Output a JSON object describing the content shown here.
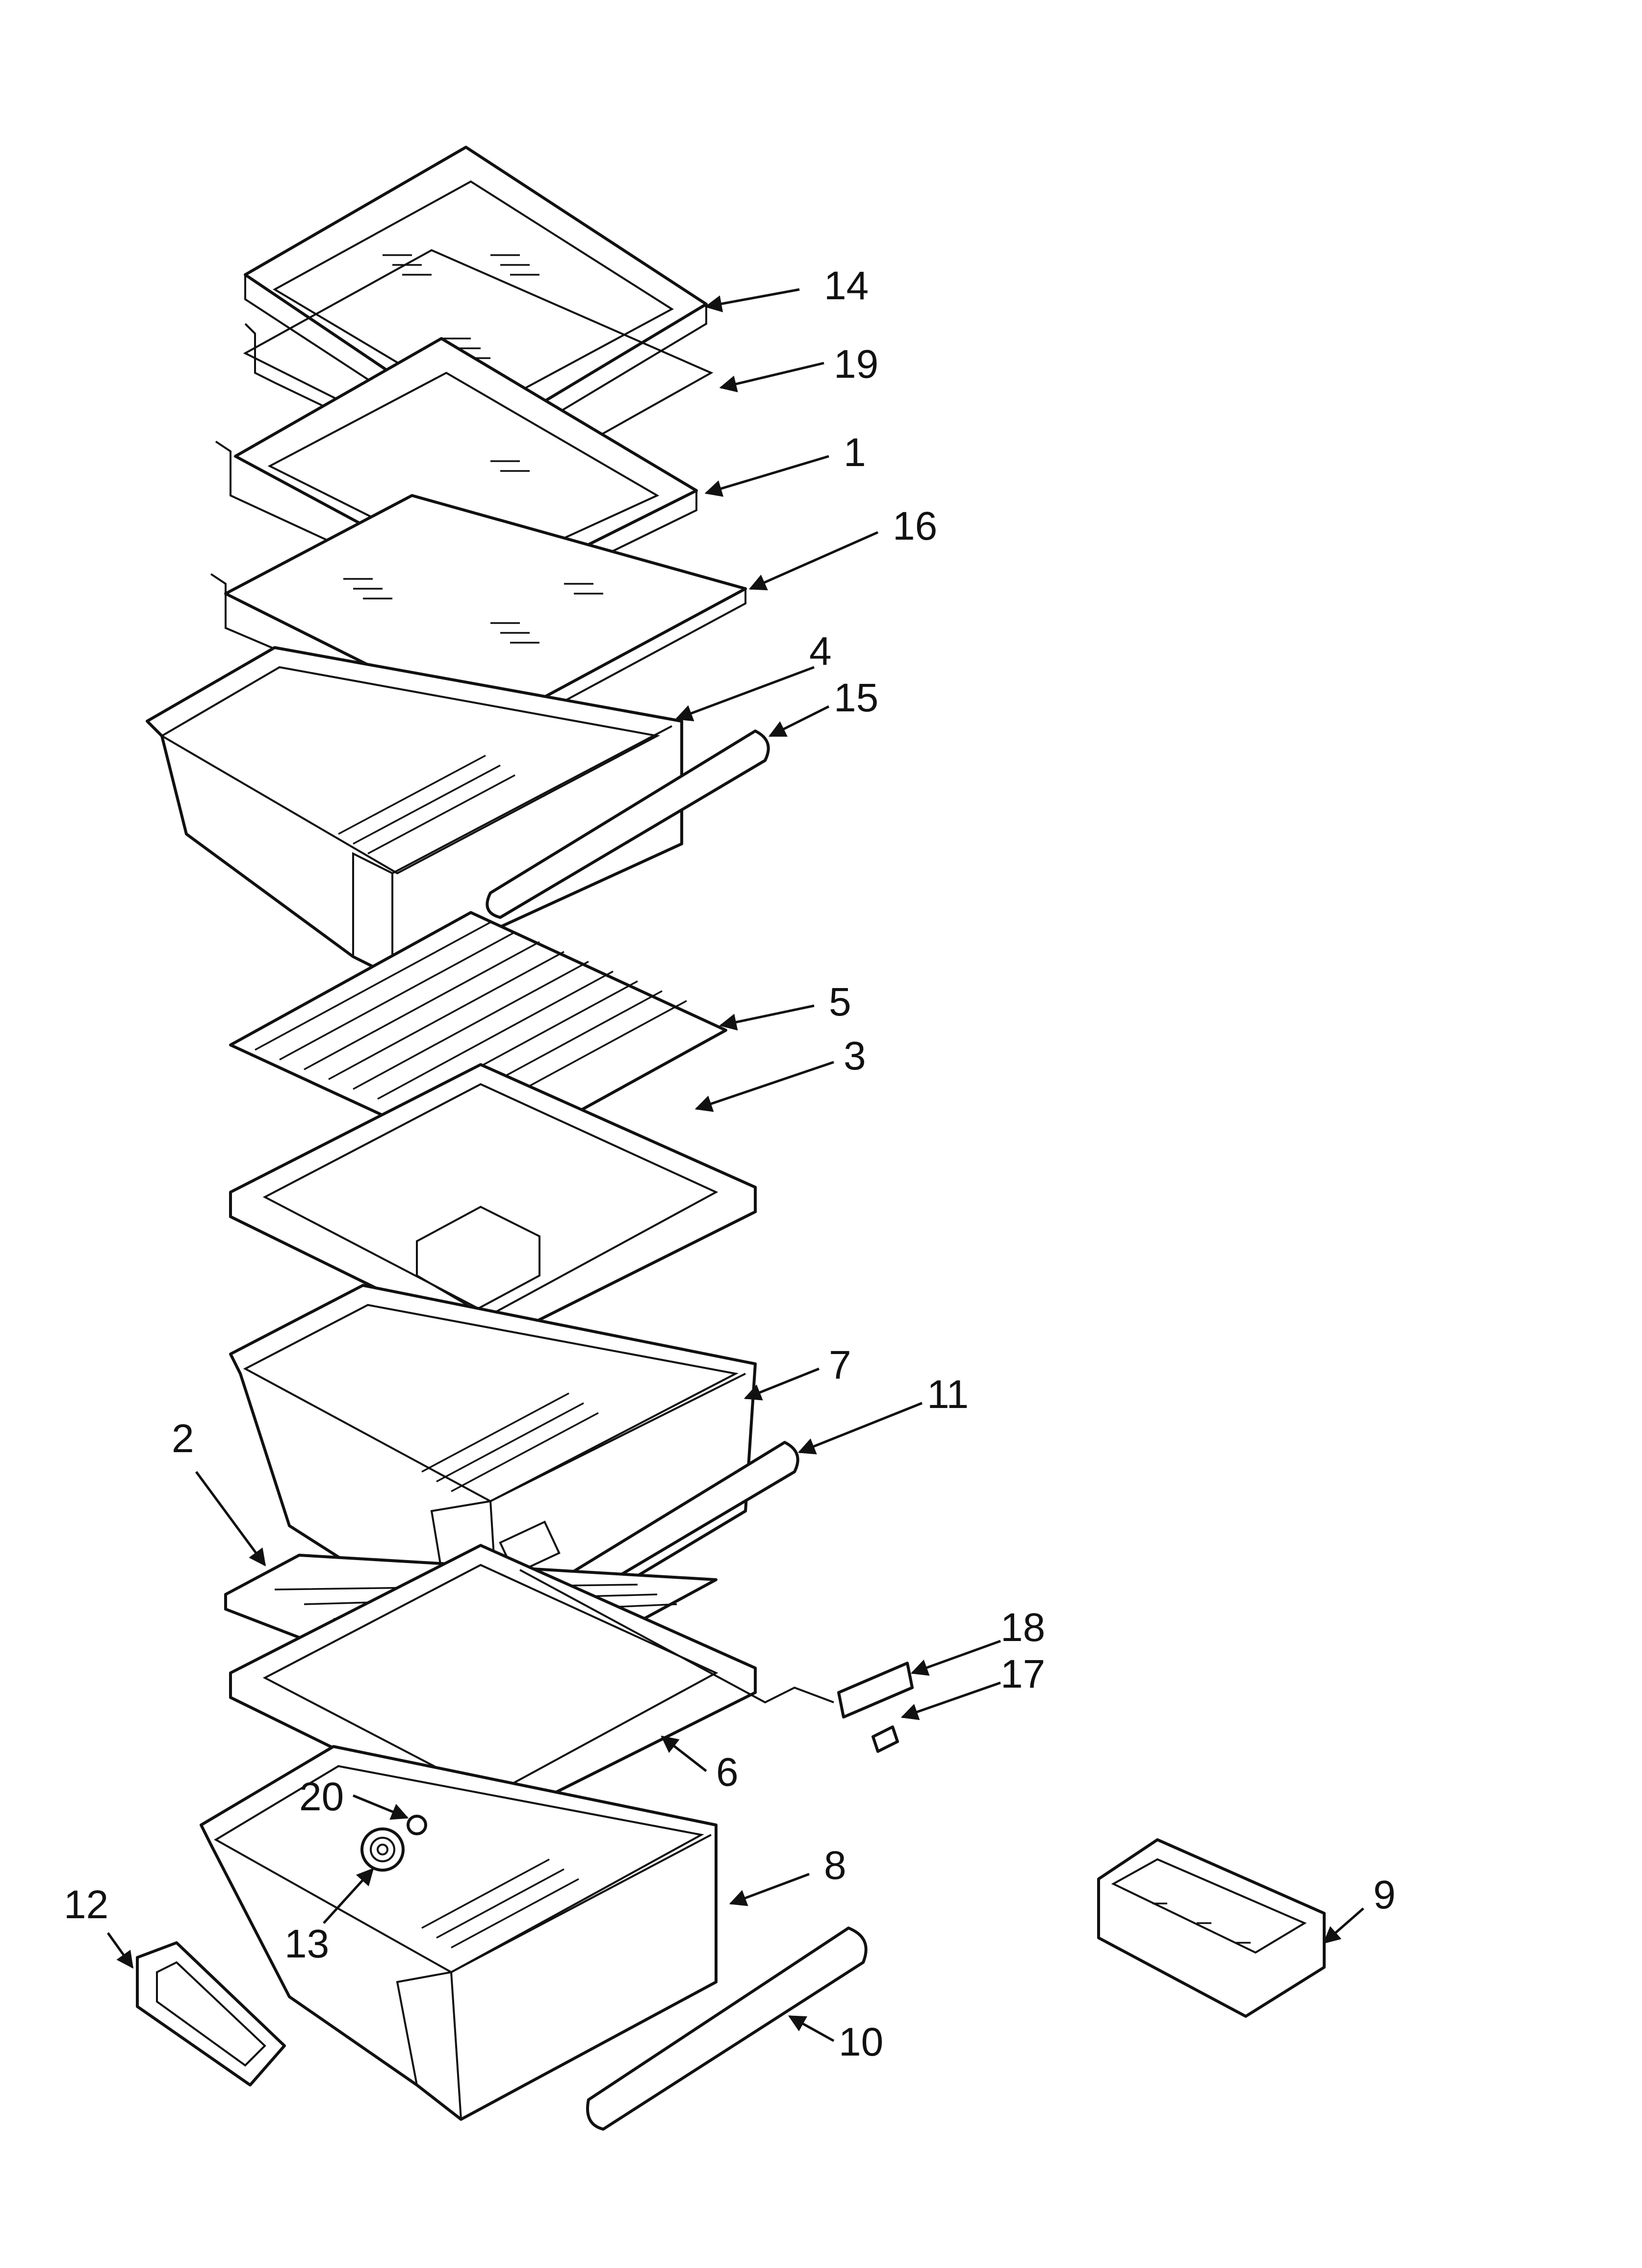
{
  "diagram": {
    "callouts": [
      {
        "id": "14",
        "label": "14"
      },
      {
        "id": "19",
        "label": "19"
      },
      {
        "id": "1",
        "label": "1"
      },
      {
        "id": "16",
        "label": "16"
      },
      {
        "id": "4",
        "label": "4"
      },
      {
        "id": "15",
        "label": "15"
      },
      {
        "id": "5",
        "label": "5"
      },
      {
        "id": "3",
        "label": "3"
      },
      {
        "id": "7",
        "label": "7"
      },
      {
        "id": "11",
        "label": "11"
      },
      {
        "id": "2",
        "label": "2"
      },
      {
        "id": "18",
        "label": "18"
      },
      {
        "id": "17",
        "label": "17"
      },
      {
        "id": "6",
        "label": "6"
      },
      {
        "id": "20",
        "label": "20"
      },
      {
        "id": "8",
        "label": "8"
      },
      {
        "id": "9",
        "label": "9"
      },
      {
        "id": "12",
        "label": "12"
      },
      {
        "id": "13",
        "label": "13"
      },
      {
        "id": "10",
        "label": "10"
      }
    ]
  }
}
